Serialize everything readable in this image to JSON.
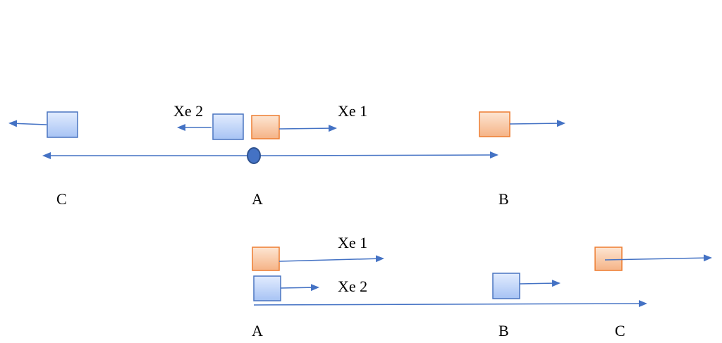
{
  "colors": {
    "line": "#4472C4",
    "dot_fill": "#4472C4",
    "dot_stroke": "#2F528F",
    "blue_box_top": "#E2ECFE",
    "blue_box_bottom": "#A7C3F4",
    "blue_box_stroke": "#4A75C0",
    "orange_box_top": "#FDE6D3",
    "orange_box_bottom": "#F5B386",
    "orange_box_stroke": "#ED7D31"
  },
  "top_scene": {
    "car1_label": "Xe 1",
    "car2_label": "Xe 2",
    "point_c": "C",
    "point_a": "A",
    "point_b": "B"
  },
  "bottom_scene": {
    "car1_label": "Xe 1",
    "car2_label": "Xe 2",
    "point_a": "A",
    "point_b": "B",
    "point_c": "C"
  }
}
